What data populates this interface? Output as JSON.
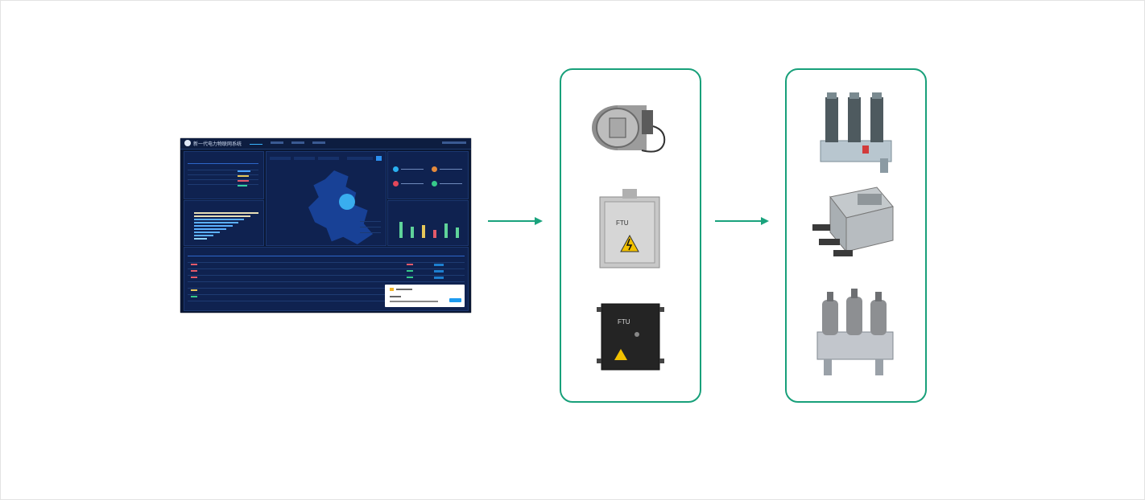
{
  "diagram": {
    "dashboard": {
      "title": "新一代电力物联网系统"
    },
    "ftu_devices": [
      {
        "kind": "cylindrical-ftu",
        "label": ""
      },
      {
        "kind": "stainless-ftu-box",
        "label": "FTU"
      },
      {
        "kind": "black-ftu-box",
        "label": "FTU"
      }
    ],
    "switch_devices": [
      {
        "kind": "three-pole-vacuum-breaker"
      },
      {
        "kind": "pole-mounted-switch"
      },
      {
        "kind": "three-pole-vacuum-switch"
      }
    ],
    "colors": {
      "accent": "#1aa37d",
      "box_border": "#18a07a",
      "dashboard_bg": "#0a1733"
    }
  }
}
